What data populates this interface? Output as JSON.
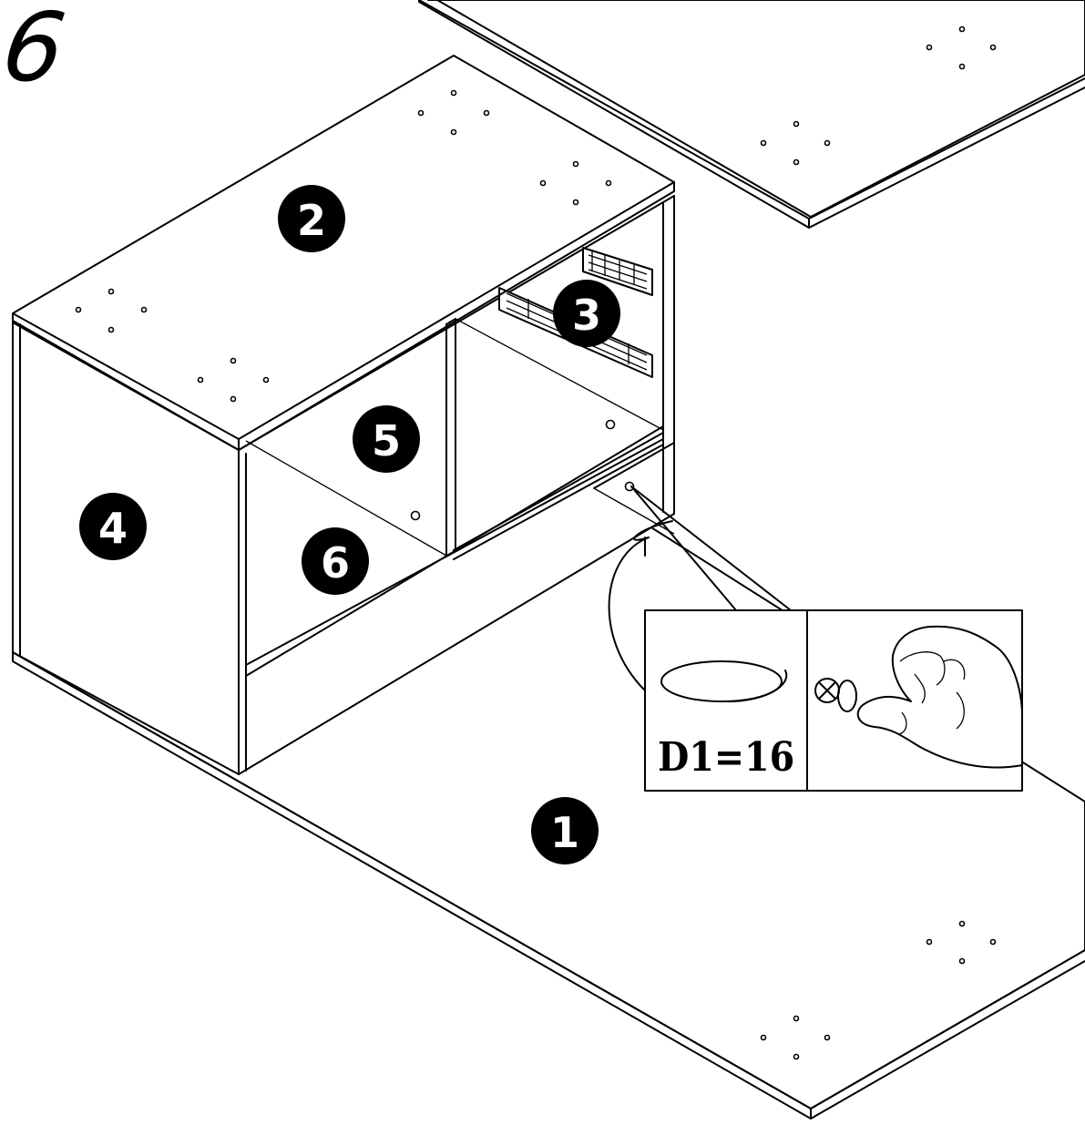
{
  "step": {
    "number": "6"
  },
  "parts": [
    {
      "id": "part-1",
      "label": "1"
    },
    {
      "id": "part-2",
      "label": "2"
    },
    {
      "id": "part-3",
      "label": "3"
    },
    {
      "id": "part-4",
      "label": "4"
    },
    {
      "id": "part-5",
      "label": "5"
    },
    {
      "id": "part-6",
      "label": "6"
    }
  ],
  "detail": {
    "spec": "D1=16"
  },
  "colors": {
    "ink": "#000000",
    "paper": "#ffffff"
  }
}
